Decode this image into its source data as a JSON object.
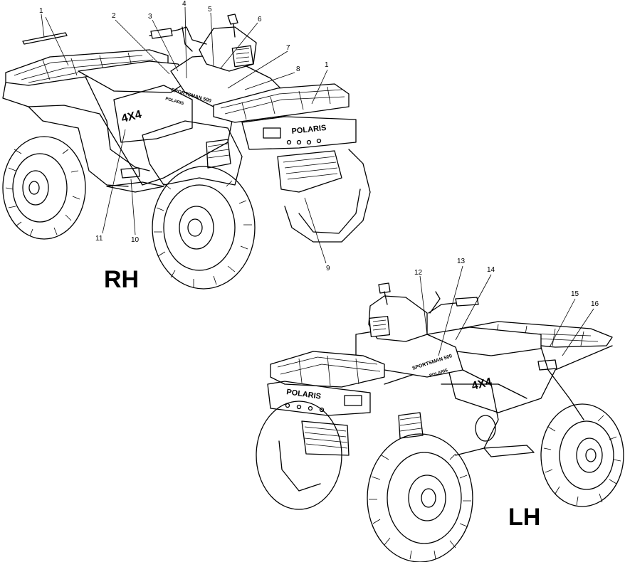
{
  "views": [
    {
      "id": "rh",
      "label": "RH",
      "decals": {
        "side": "4X4",
        "brand": "POLARIS",
        "model": "SPORTSMAN 500",
        "hood": "POLARIS"
      },
      "callouts": [
        "1",
        "2",
        "3",
        "4",
        "5",
        "6",
        "7",
        "8",
        "1",
        "9",
        "10",
        "11"
      ]
    },
    {
      "id": "lh",
      "label": "LH",
      "decals": {
        "side": "4X4",
        "brand": "POLARIS",
        "model": "SPORTSMAN 500",
        "hood": "POLARIS"
      },
      "callouts": [
        "12",
        "13",
        "14",
        "15",
        "16"
      ]
    }
  ],
  "colors": {
    "ink": "#000000",
    "paper": "#ffffff"
  }
}
